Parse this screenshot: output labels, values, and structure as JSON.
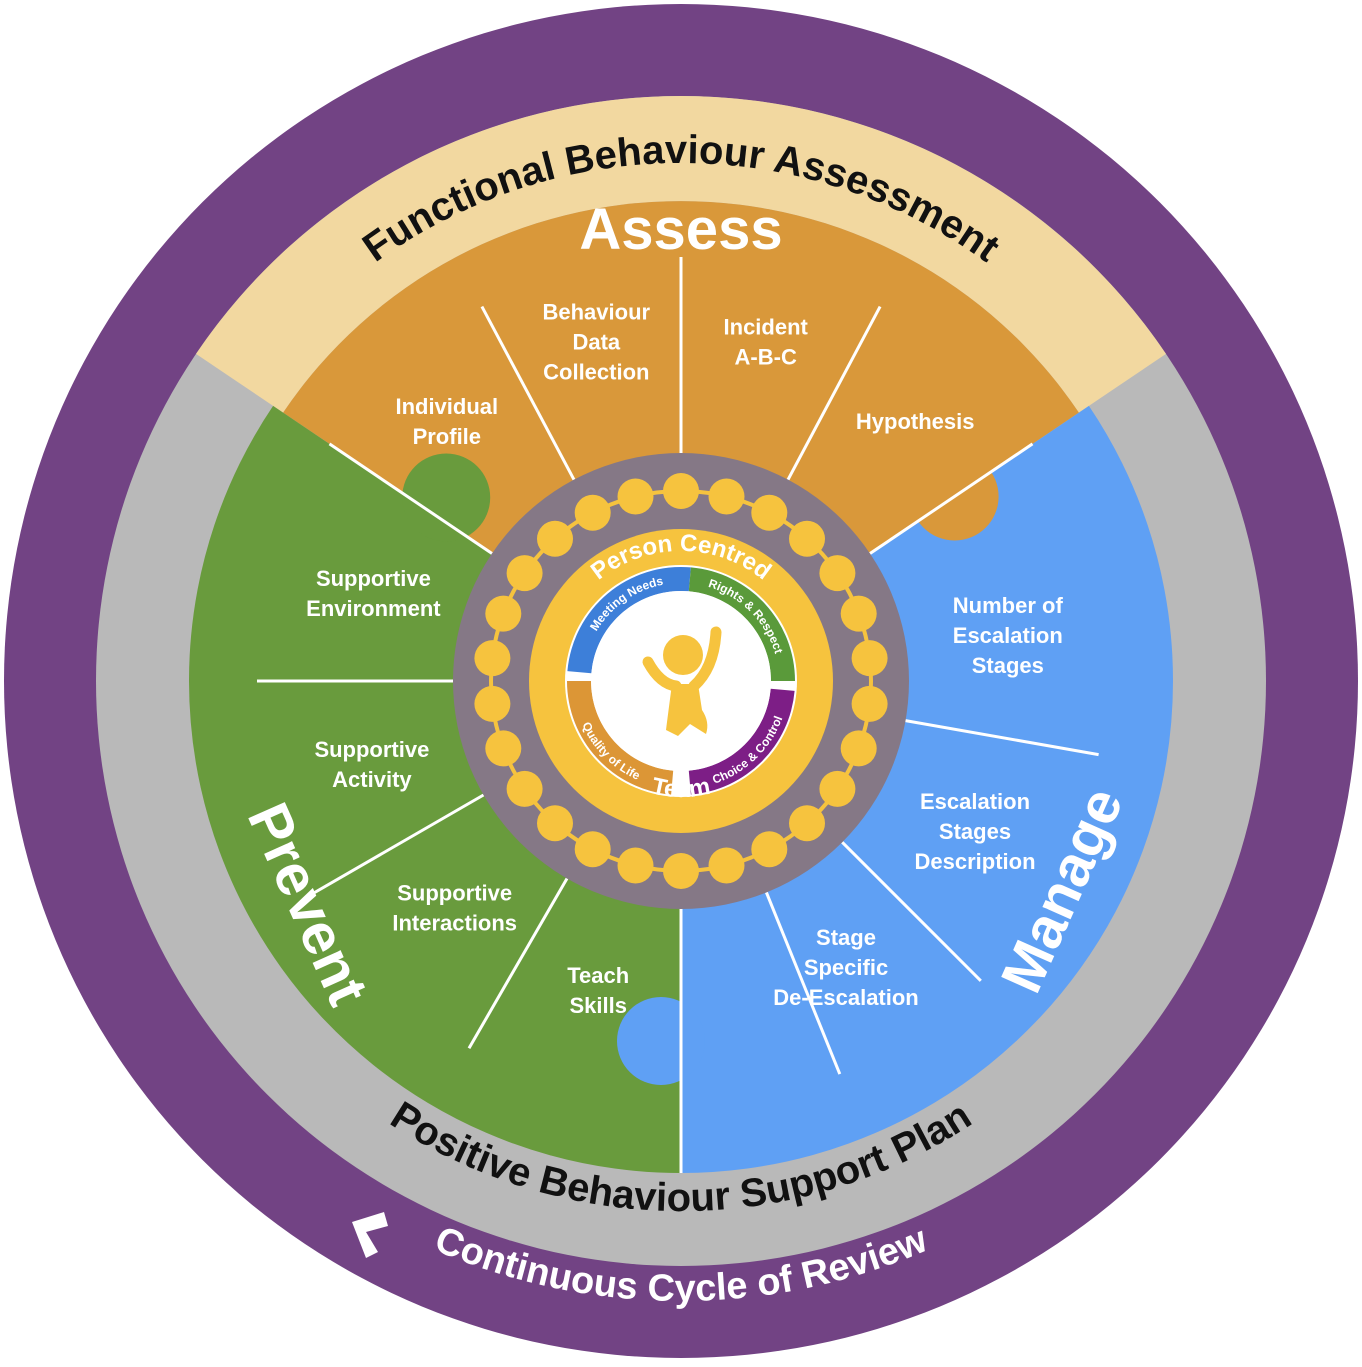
{
  "outer_ring": {
    "label": "Continuous Cycle of Review",
    "color": "#724384"
  },
  "assessment_ring": {
    "label": "Functional Behaviour Assessment",
    "color": "#f2d8a0"
  },
  "plan_ring": {
    "label": "Positive Behaviour Support Plan",
    "color": "#b9b9b9"
  },
  "quadrants": {
    "assess": {
      "title": "Assess",
      "color": "#d9983a",
      "items": [
        "Individual\nProfile",
        "Behaviour\nData\nCollection",
        "Incident\nA-B-C",
        "Hypothesis"
      ]
    },
    "prevent": {
      "title": "Prevent",
      "color": "#699b3d",
      "items": [
        "Supportive\nEnvironment",
        "Supportive\nActivity",
        "Supportive\nInteractions",
        "Teach\nSkills"
      ]
    },
    "manage": {
      "title": "Manage",
      "color": "#5fa0f4",
      "items": [
        "Number of\nEscalation\nStages",
        "Escalation\nStages\nDescription",
        "Stage\nSpecific\nDe-Escalation"
      ]
    }
  },
  "center": {
    "top_label": "Person Centred",
    "bottom_label": "Team",
    "quadrants": [
      {
        "label": "Meeting Needs",
        "color": "#3d7fd9"
      },
      {
        "label": "Rights & Respect",
        "color": "#5a9a3a"
      },
      {
        "label": "Choice & Control",
        "color": "#7d1e86"
      },
      {
        "label": "Quality of Life",
        "color": "#dc9636"
      }
    ],
    "ring_color": "#857886",
    "bead_color": "#f6c33e",
    "figure_color": "#f6c33e"
  }
}
